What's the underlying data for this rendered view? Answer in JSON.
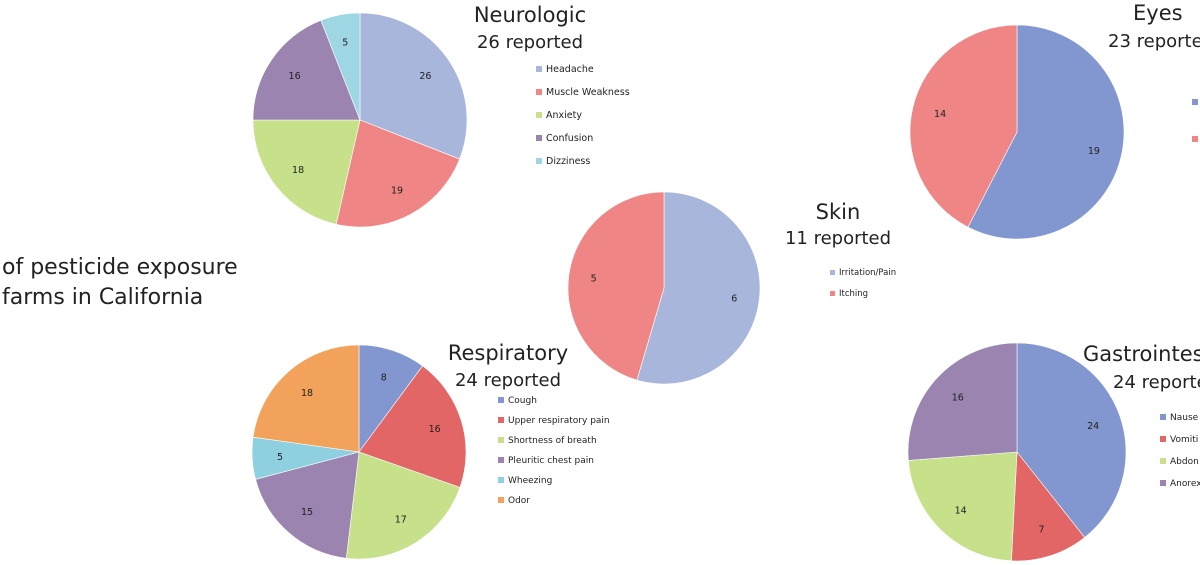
{
  "page": {
    "title_lines": [
      "of pesticide exposure",
      "farms in California"
    ]
  },
  "chart_data": [
    {
      "id": "neurologic",
      "type": "pie",
      "title": "Neurologic",
      "subtitle": "26 reported",
      "slices": [
        {
          "label": "Headache",
          "value": 26,
          "color": "#a8b6db"
        },
        {
          "label": "Muscle Weakness",
          "value": 19,
          "color": "#f08585"
        },
        {
          "label": "Anxiety",
          "value": 18,
          "color": "#c7e08a"
        },
        {
          "label": "Confusion",
          "value": 16,
          "color": "#9b84b0"
        },
        {
          "label": "Dizziness",
          "value": 5,
          "color": "#9fd6e3"
        }
      ]
    },
    {
      "id": "skin",
      "type": "pie",
      "title": "Skin",
      "subtitle": "11 reported",
      "slices": [
        {
          "label": "Irritation/Pain",
          "value": 6,
          "color": "#a8b6db"
        },
        {
          "label": "Itching",
          "value": 5,
          "color": "#f08585"
        }
      ]
    },
    {
      "id": "eyes",
      "type": "pie",
      "title": "Eyes",
      "subtitle": "23 reporte",
      "slices": [
        {
          "label": "",
          "value": 19,
          "color": "#8296cf"
        },
        {
          "label": "",
          "value": 14,
          "color": "#f08585"
        }
      ]
    },
    {
      "id": "respiratory",
      "type": "pie",
      "title": "Respiratory",
      "subtitle": "24 reported",
      "slices": [
        {
          "label": "Cough",
          "value": 8,
          "color": "#8296cf"
        },
        {
          "label": "Upper respiratory pain",
          "value": 16,
          "color": "#e26666"
        },
        {
          "label": "Shortness of breath",
          "value": 17,
          "color": "#c7e08a"
        },
        {
          "label": "Pleuritic chest pain",
          "value": 15,
          "color": "#9b84b0"
        },
        {
          "label": "Wheezing",
          "value": 5,
          "color": "#8fd0e0"
        },
        {
          "label": "Odor",
          "value": 18,
          "color": "#f2a25a"
        }
      ]
    },
    {
      "id": "gastrointestinal",
      "type": "pie",
      "title": "Gastrointes",
      "subtitle": "24 reporte",
      "slices": [
        {
          "label": "Nause",
          "value": 24,
          "color": "#8296cf"
        },
        {
          "label": "Vomiti",
          "value": 7,
          "color": "#e26666"
        },
        {
          "label": "Abdon",
          "value": 14,
          "color": "#c7e08a"
        },
        {
          "label": "Anorex",
          "value": 16,
          "color": "#9b84b0"
        }
      ]
    }
  ]
}
